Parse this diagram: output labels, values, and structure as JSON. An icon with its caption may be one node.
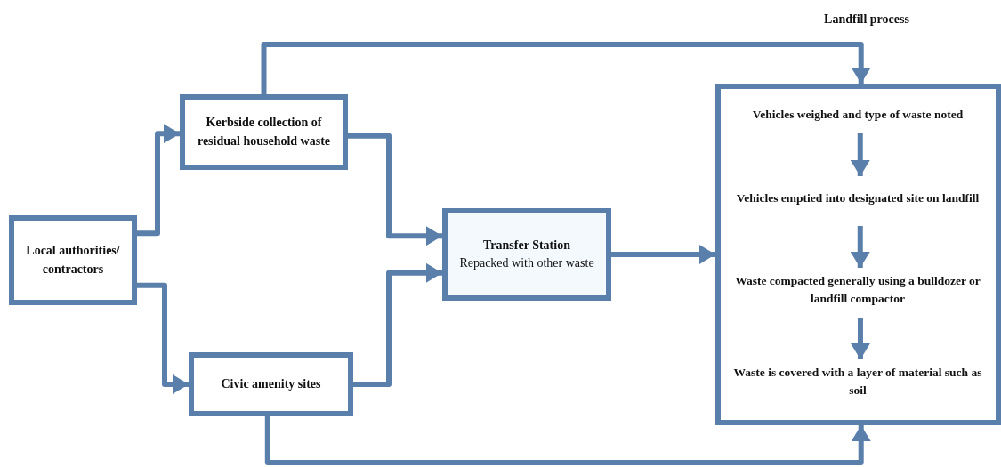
{
  "diagram": {
    "nodes": [
      {
        "text": [
          "Local authorities/ contractors"
        ]
      },
      {
        "text": [
          "Kerbside collection of residual household waste"
        ]
      },
      {
        "text": [
          "Civic amenity sites"
        ]
      },
      {
        "text": [
          "Transfer Station",
          "Repacked with other waste"
        ]
      },
      {
        "text": [
          "Landfill process"
        ]
      },
      {
        "text": [
          "Vehicles weighed and type of waste noted"
        ],
        "in": 4
      },
      {
        "text": [
          "Vehicles emptied into designated site on landfill"
        ],
        "in": 4
      },
      {
        "text": [
          "Waste compacted  generally using a bulldozer or landfill compactor"
        ],
        "in": 4
      },
      {
        "text": [
          "Waste is covered with a layer of material such as soil"
        ],
        "in": 4
      }
    ],
    "edges": [
      {
        "from": 0,
        "to": 1,
        "arrow": "to"
      },
      {
        "from": 0,
        "to": 2,
        "arrow": "to"
      },
      {
        "from": 1,
        "to": 3,
        "arrow": "to"
      },
      {
        "from": 2,
        "to": 3,
        "arrow": "to"
      },
      {
        "from": 3,
        "to": 4,
        "arrow": "to"
      },
      {
        "from": 1,
        "to": 4,
        "arrow": "to"
      },
      {
        "from": 2,
        "to": 4,
        "arrow": "to"
      },
      {
        "from": 5,
        "to": 6,
        "arrow": "to"
      },
      {
        "from": 6,
        "to": 7,
        "arrow": "to"
      },
      {
        "from": 7,
        "to": 8,
        "arrow": "to"
      }
    ]
  }
}
